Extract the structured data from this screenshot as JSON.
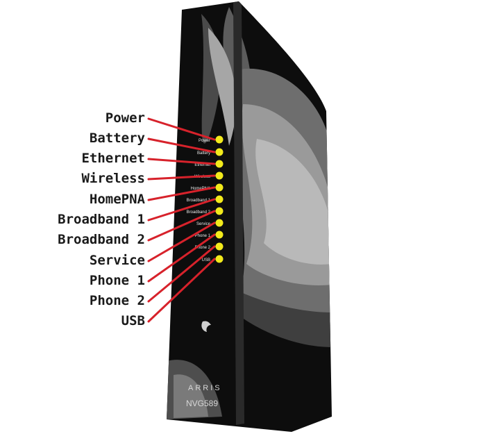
{
  "device": {
    "brand": "ARRIS",
    "model": "NVG589"
  },
  "indicators": [
    {
      "label": "Power",
      "panel_label": "Power"
    },
    {
      "label": "Battery",
      "panel_label": "Battery"
    },
    {
      "label": "Ethernet",
      "panel_label": "Ethernet"
    },
    {
      "label": "Wireless",
      "panel_label": "Wireless"
    },
    {
      "label": "HomePNA",
      "panel_label": "HomePNA"
    },
    {
      "label": "Broadband 1",
      "panel_label": "Broadband 1"
    },
    {
      "label": "Broadband 2",
      "panel_label": "Broadband 2"
    },
    {
      "label": "Service",
      "panel_label": "Service"
    },
    {
      "label": "Phone 1",
      "panel_label": "Phone 1"
    },
    {
      "label": "Phone 2",
      "panel_label": "Phone 2"
    },
    {
      "label": "USB",
      "panel_label": "USB"
    }
  ],
  "colors": {
    "led": "#f2ea1c",
    "leader_line": "#d7222b",
    "body_dark": "#0d0d0d",
    "body_grey": "#6e6e6e",
    "body_light": "#b9b9b9"
  }
}
